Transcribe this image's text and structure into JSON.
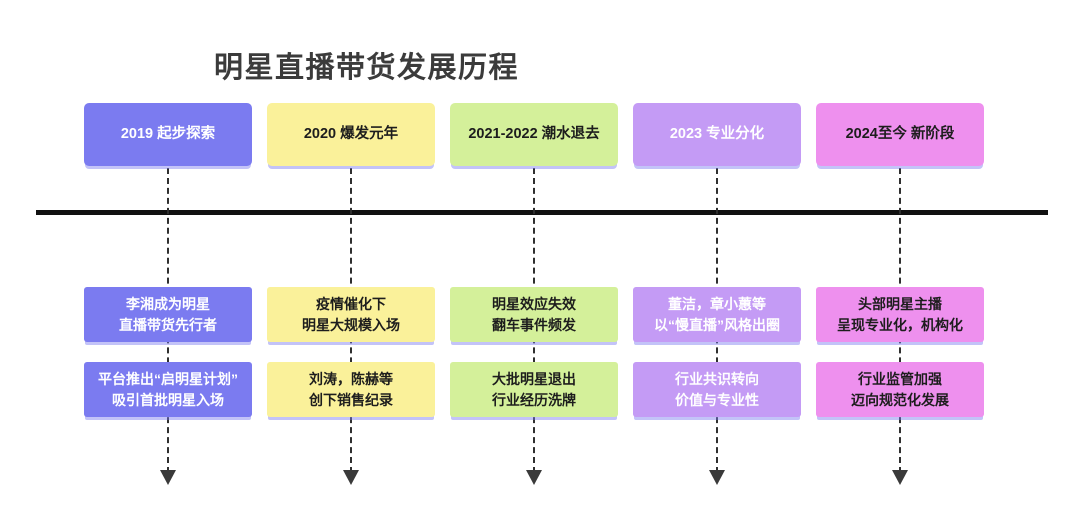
{
  "title": "明星直播带货发展历程",
  "axis": {
    "name": "timeline-axis"
  },
  "colors": {
    "purple": "#7b7bf0",
    "yellow": "#faf19a",
    "green": "#d4f09a",
    "violet": "#c49bf5",
    "pink": "#ee90ee",
    "axis": "#111111",
    "connector": "#2f2f2f",
    "title_text": "#3b3b3b"
  },
  "columns": [
    {
      "theme": "purple",
      "year": "2019 起步探索",
      "row1": {
        "line1": "李湘成为明星",
        "line2": "直播带货先行者"
      },
      "row2": {
        "line1": "平台推出“启明星计划”",
        "line2": "吸引首批明星入场"
      }
    },
    {
      "theme": "yellow",
      "year": "2020 爆发元年",
      "row1": {
        "line1": "疫情催化下",
        "line2": "明星大规模入场"
      },
      "row2": {
        "line1": "刘涛，陈赫等",
        "line2": "创下销售纪录"
      }
    },
    {
      "theme": "green",
      "year": "2021-2022 潮水退去",
      "row1": {
        "line1": "明星效应失效",
        "line2": "翻车事件频发"
      },
      "row2": {
        "line1": "大批明星退出",
        "line2": "行业经历洗牌"
      }
    },
    {
      "theme": "violet",
      "year": "2023 专业分化",
      "row1": {
        "line1": "董洁，章小蕙等",
        "line2": "以“慢直播”风格出圈"
      },
      "row2": {
        "line1": "行业共识转向",
        "line2": "价值与专业性"
      }
    },
    {
      "theme": "pink",
      "year": "2024至今 新阶段",
      "row1": {
        "line1": "头部明星主播",
        "line2": "呈现专业化，机构化"
      },
      "row2": {
        "line1": "行业监管加强",
        "line2": "迈向规范化发展"
      }
    }
  ]
}
